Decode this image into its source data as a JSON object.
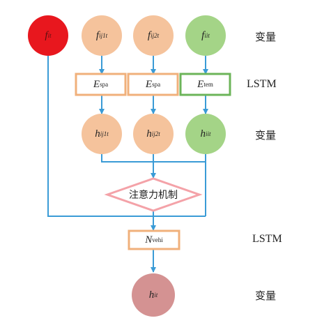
{
  "nodes": {
    "f_it": {
      "base": "f",
      "sub": "it"
    },
    "f_ij1t": {
      "base": "f",
      "sub": "ij1t"
    },
    "f_ij2t": {
      "base": "f",
      "sub": "ij2t"
    },
    "f_iit": {
      "base": "f",
      "sub": "iit"
    },
    "h_ij1t": {
      "base": "h",
      "sub": "ij1t"
    },
    "h_ij2t": {
      "base": "h",
      "sub": "ij2t"
    },
    "h_iit": {
      "base": "h",
      "sub": "iit"
    },
    "h_it": {
      "base": "h",
      "sub": "it"
    }
  },
  "boxes": {
    "e_spa_1": {
      "base": "E",
      "sub": "spa"
    },
    "e_spa_2": {
      "base": "E",
      "sub": "spa"
    },
    "e_tem": {
      "base": "E",
      "sub": "tem"
    },
    "n_vehi": {
      "base": "N",
      "sub": "vehi"
    }
  },
  "attention": {
    "label": "注意力机制"
  },
  "side_labels": {
    "row1": "变量",
    "row2": "LSTM",
    "row3": "变量",
    "row4": "LSTM",
    "row5": "变量"
  },
  "colors": {
    "red_node": "#e8171e",
    "orange_node": "#f5c39c",
    "green_node": "#a4d487",
    "rose_node": "#d49292",
    "orange_border": "#f0b07b",
    "green_border": "#6cb459",
    "diamond_border": "#f4a2a8",
    "arrow": "#3a9bd6"
  }
}
